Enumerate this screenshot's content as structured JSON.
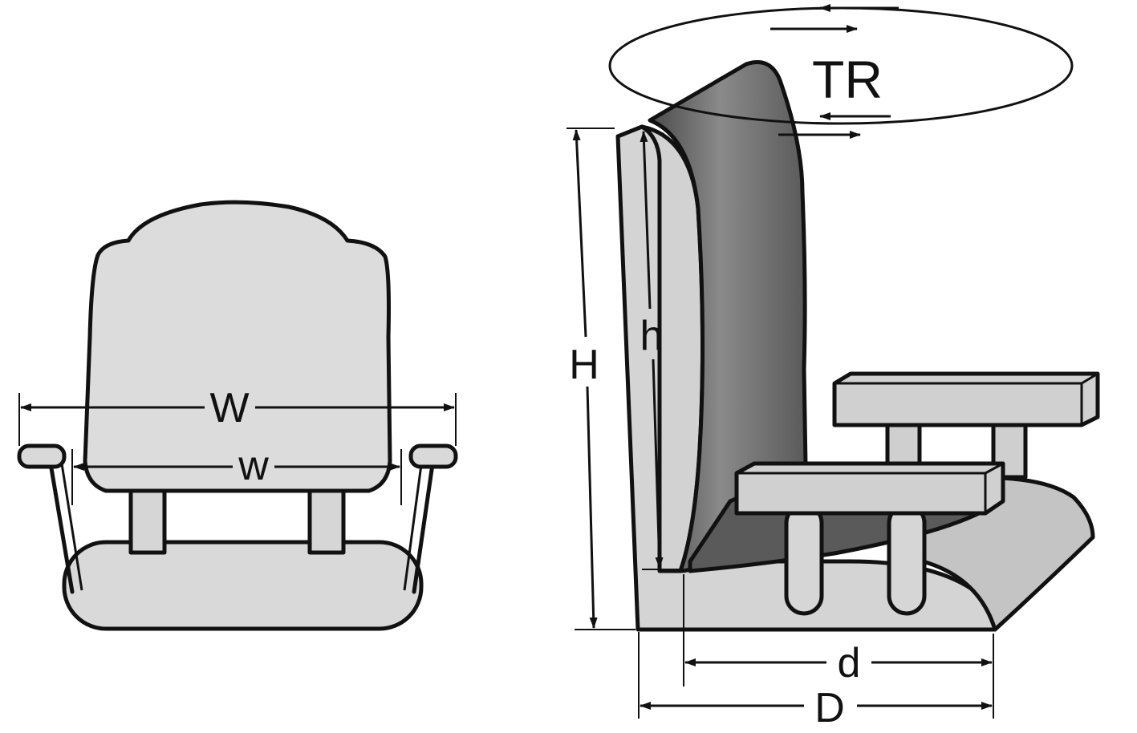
{
  "labels": {
    "W": "W",
    "w": "w",
    "H": "H",
    "h": "h",
    "TR": "TR",
    "d": "d",
    "D": "D"
  },
  "colors": {
    "ink": "#111111",
    "light_fill": "#d9d9d9",
    "mid_fill": "#bdbdbd",
    "dark_fill": "#6e6e6e",
    "background": "#ffffff"
  }
}
